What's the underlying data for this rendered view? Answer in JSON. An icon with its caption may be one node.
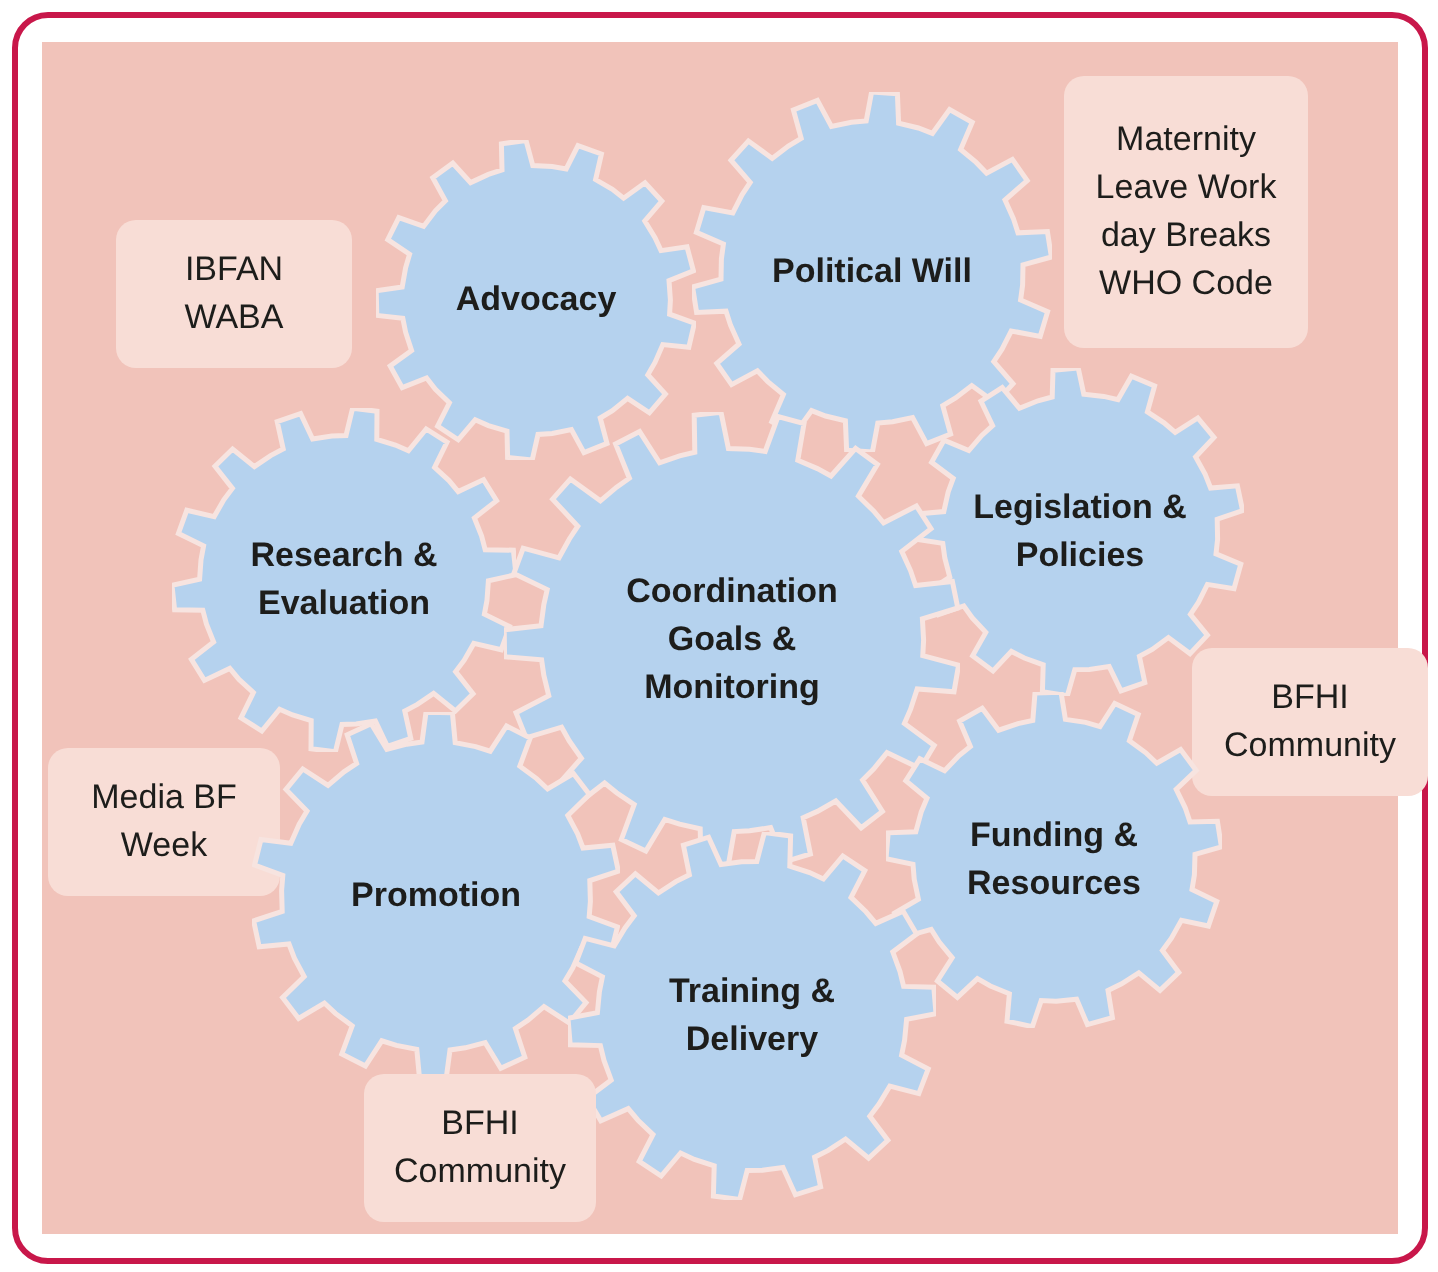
{
  "diagram": {
    "nodes": [
      {
        "text": [
          "Political Will"
        ]
      },
      {
        "text": [
          "Maternity Leave Work day Breaks WHO Code"
        ]
      },
      {
        "text": [
          "Advocacy"
        ]
      },
      {
        "text": [
          "IBFAN WABA"
        ]
      },
      {
        "text": [
          "Research & Evaluation"
        ]
      },
      {
        "text": [
          "Legislation & Policies"
        ]
      },
      {
        "text": [
          "Coordination Goals & Monitoring"
        ]
      },
      {
        "text": [
          "BFHI Community"
        ]
      },
      {
        "text": [
          "Media BF Week"
        ]
      },
      {
        "text": [
          "Funding & Resources"
        ]
      },
      {
        "text": [
          "Promotion"
        ]
      },
      {
        "text": [
          "Training & Delivery"
        ]
      },
      {
        "text": [
          "BFHI Community"
        ]
      }
    ]
  }
}
